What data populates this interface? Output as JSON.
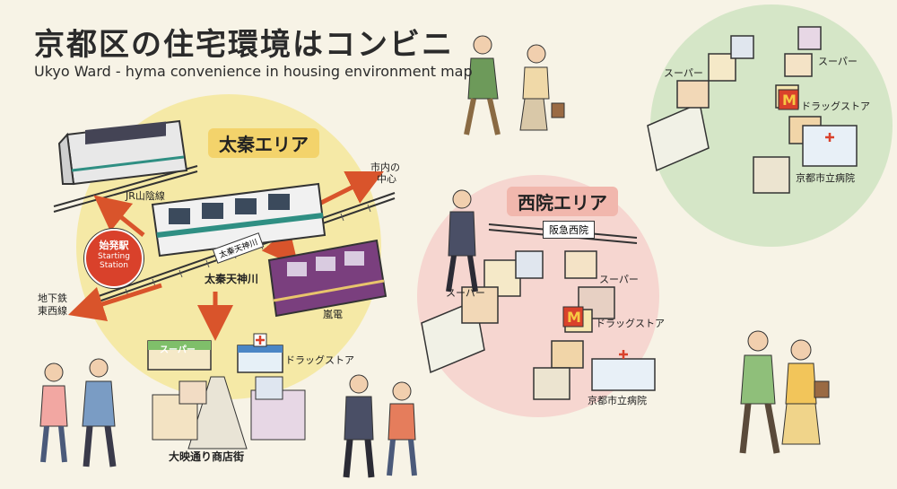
{
  "title": "京都区の住宅環境はコンビニ",
  "subtitle": "Ukyo Ward - hyma convenience in housing environment  map",
  "areas": {
    "uzumasa": {
      "name": "太秦エリア",
      "labels": {
        "jr_line": "JR山陰線",
        "to_city_1": "市内の",
        "to_city_2": "中心",
        "start_1": "始発駅",
        "start_2": "Starting",
        "start_3": "Station",
        "station": "太秦天神川",
        "station_sign": "太秦天神川",
        "subway_1": "地下鉄",
        "subway_2": "東西線",
        "randen": "嵐電",
        "supermarket": "スーパー",
        "drugstore": "ドラッグストア",
        "shopping_street": "大映通り商店街"
      }
    },
    "saiin": {
      "name": "西院エリア",
      "labels": {
        "station_sign": "阪急西院",
        "supermarket_left": "スーパー",
        "supermarket_right": "スーパー",
        "drugstore": "ドラッグストア",
        "hospital": "京都市立病院"
      }
    },
    "top_right": {
      "labels": {
        "supermarket_left": "スーパー",
        "supermarket_right": "スーパー",
        "drugstore": "ドラッグストア",
        "hospital": "京都市立病院"
      }
    }
  },
  "colors": {
    "background": "#f7f3e6",
    "uzumasa_circle": "#f5e9a6",
    "saiin_circle": "#f6d6d0",
    "topright_circle": "#d5e6c7",
    "arrow": "#d9542b",
    "train_teal": "#2f8f83",
    "train_purple": "#7a3f7e",
    "tag_yellow": "#f3d36b",
    "tag_pink": "#f1b7ad",
    "start_badge": "#d9412b"
  }
}
